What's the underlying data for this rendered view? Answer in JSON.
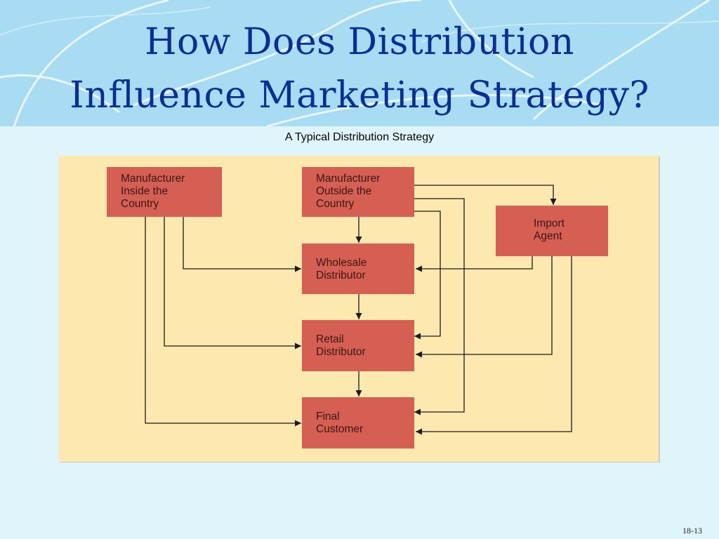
{
  "slide": {
    "title_line1": "How Does Distribution",
    "title_line2": "Influence Marketing Strategy?",
    "subtitle": "A Typical Distribution Strategy",
    "page_number": "18-13"
  },
  "diagram": {
    "nodes": {
      "mfg_inside": [
        "Manufacturer",
        "Inside the",
        "Country"
      ],
      "mfg_outside": [
        "Manufacturer",
        "Outside the",
        "Country"
      ],
      "import_agent": [
        "Import",
        "Agent"
      ],
      "wholesale": [
        "Wholesale",
        "Distributor"
      ],
      "retail": [
        "Retail",
        "Distributor"
      ],
      "final": [
        "Final",
        "Customer"
      ]
    },
    "edges": [
      {
        "from": "Manufacturer Inside the Country",
        "to": "Wholesale Distributor"
      },
      {
        "from": "Manufacturer Inside the Country",
        "to": "Retail Distributor"
      },
      {
        "from": "Manufacturer Inside the Country",
        "to": "Final Customer"
      },
      {
        "from": "Manufacturer Outside the Country",
        "to": "Wholesale Distributor"
      },
      {
        "from": "Manufacturer Outside the Country",
        "to": "Import Agent"
      },
      {
        "from": "Manufacturer Outside the Country",
        "to": "Retail Distributor"
      },
      {
        "from": "Manufacturer Outside the Country",
        "to": "Final Customer"
      },
      {
        "from": "Import Agent",
        "to": "Wholesale Distributor"
      },
      {
        "from": "Import Agent",
        "to": "Retail Distributor"
      },
      {
        "from": "Import Agent",
        "to": "Final Customer"
      },
      {
        "from": "Wholesale Distributor",
        "to": "Retail Distributor"
      },
      {
        "from": "Retail Distributor",
        "to": "Final Customer"
      }
    ],
    "colors": {
      "box_fill": "#d65f53",
      "panel_fill": "#fde9b0",
      "line": "#1a1a1a"
    }
  }
}
